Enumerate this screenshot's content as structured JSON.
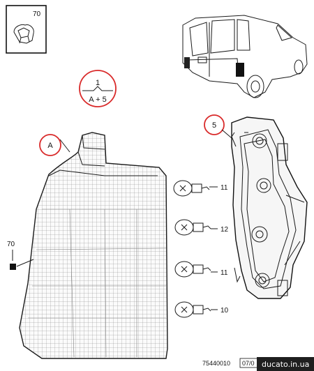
{
  "callouts": {
    "inset_part": "70",
    "lens": "A",
    "holder": "5",
    "bulb_1": "11",
    "bulb_2": "12",
    "bulb_3": "11",
    "bulb_4": "10",
    "clip": "70"
  },
  "formula": {
    "numerator": "1",
    "denominator": "A + 5"
  },
  "footer": {
    "ref_code": "75440010",
    "date_fragment": "07/0",
    "watermark": "ducato.in.ua"
  },
  "colors": {
    "accent_circle": "#d92a2a",
    "line": "#1a1a1a",
    "watermark_bg": "#1f1f1f"
  }
}
